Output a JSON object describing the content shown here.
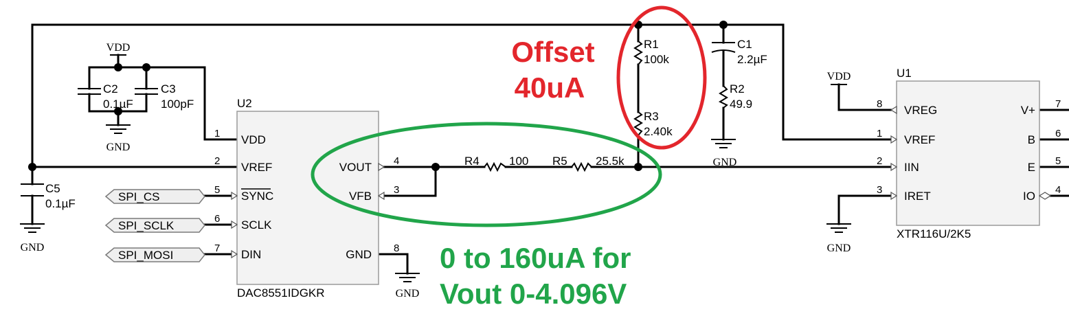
{
  "power": {
    "vdd_left": "VDD",
    "vdd_right": "VDD",
    "gnd_c2c3": "GND",
    "gnd_c5": "GND",
    "gnd_u2": "GND",
    "gnd_r2": "GND",
    "gnd_u1": "GND"
  },
  "components": {
    "c2": {
      "ref": "C2",
      "value": "0.1µF"
    },
    "c3": {
      "ref": "C3",
      "value": "100pF"
    },
    "c5": {
      "ref": "C5",
      "value": "0.1µF"
    },
    "c1": {
      "ref": "C1",
      "value": "2.2µF"
    },
    "r1": {
      "ref": "R1",
      "value": "100k"
    },
    "r2": {
      "ref": "R2",
      "value": "49.9"
    },
    "r3": {
      "ref": "R3",
      "value": "2.40k"
    },
    "r4": {
      "ref": "R4",
      "value": "100"
    },
    "r5": {
      "ref": "R5",
      "value": "25.5k"
    }
  },
  "u2": {
    "ref": "U2",
    "part": "DAC8551IDGKR",
    "pins_left": [
      {
        "num": "1",
        "name": "VDD"
      },
      {
        "num": "2",
        "name": "VREF"
      },
      {
        "num": "5",
        "name": "SYNC"
      },
      {
        "num": "6",
        "name": "SCLK"
      },
      {
        "num": "7",
        "name": "DIN"
      }
    ],
    "pins_right": [
      {
        "num": "4",
        "name": "VOUT"
      },
      {
        "num": "3",
        "name": "VFB"
      },
      {
        "num": "8",
        "name": "GND"
      }
    ]
  },
  "u1": {
    "ref": "U1",
    "part": "XTR116U/2K5",
    "pins_left": [
      {
        "num": "8",
        "name": "VREG"
      },
      {
        "num": "1",
        "name": "VREF"
      },
      {
        "num": "2",
        "name": "IIN"
      },
      {
        "num": "3",
        "name": "IRET"
      }
    ],
    "pins_right": [
      {
        "num": "7",
        "name": "V+"
      },
      {
        "num": "6",
        "name": "B"
      },
      {
        "num": "5",
        "name": "E"
      },
      {
        "num": "4",
        "name": "IO"
      }
    ]
  },
  "ports": [
    "SPI_CS",
    "SPI_SCLK",
    "SPI_MOSI"
  ],
  "annotations": {
    "offset_line1": "Offset",
    "offset_line2": "40uA",
    "range_line1": "0 to 160uA for",
    "range_line2": "Vout 0-4.096V"
  },
  "colors": {
    "annotation_red": "#e3262c",
    "annotation_green": "#21a54a",
    "ic_fill": "#f3f3f3"
  }
}
